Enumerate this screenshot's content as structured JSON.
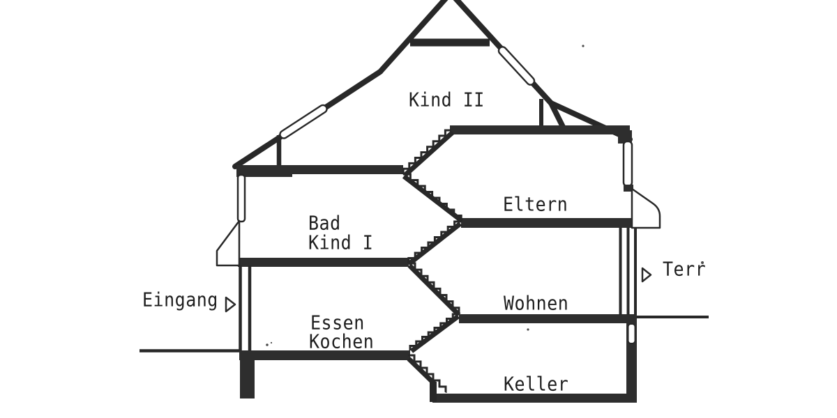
{
  "diagram": {
    "type": "house-cross-section",
    "language": "de",
    "rooms": {
      "kind2": "Kind II",
      "eltern": "Eltern",
      "bad": "Bad",
      "kind1": "Kind I",
      "wohnen": "Wohnen",
      "essen": "Essen",
      "kochen": "Kochen",
      "keller": "Keller"
    },
    "annotations": {
      "eingang": {
        "label": "Eingang",
        "marker": "▷"
      },
      "terrasse": {
        "label": "Terr",
        "marker": "▷"
      }
    },
    "colors": {
      "ink": "#282828",
      "background": "#ffffff"
    }
  }
}
